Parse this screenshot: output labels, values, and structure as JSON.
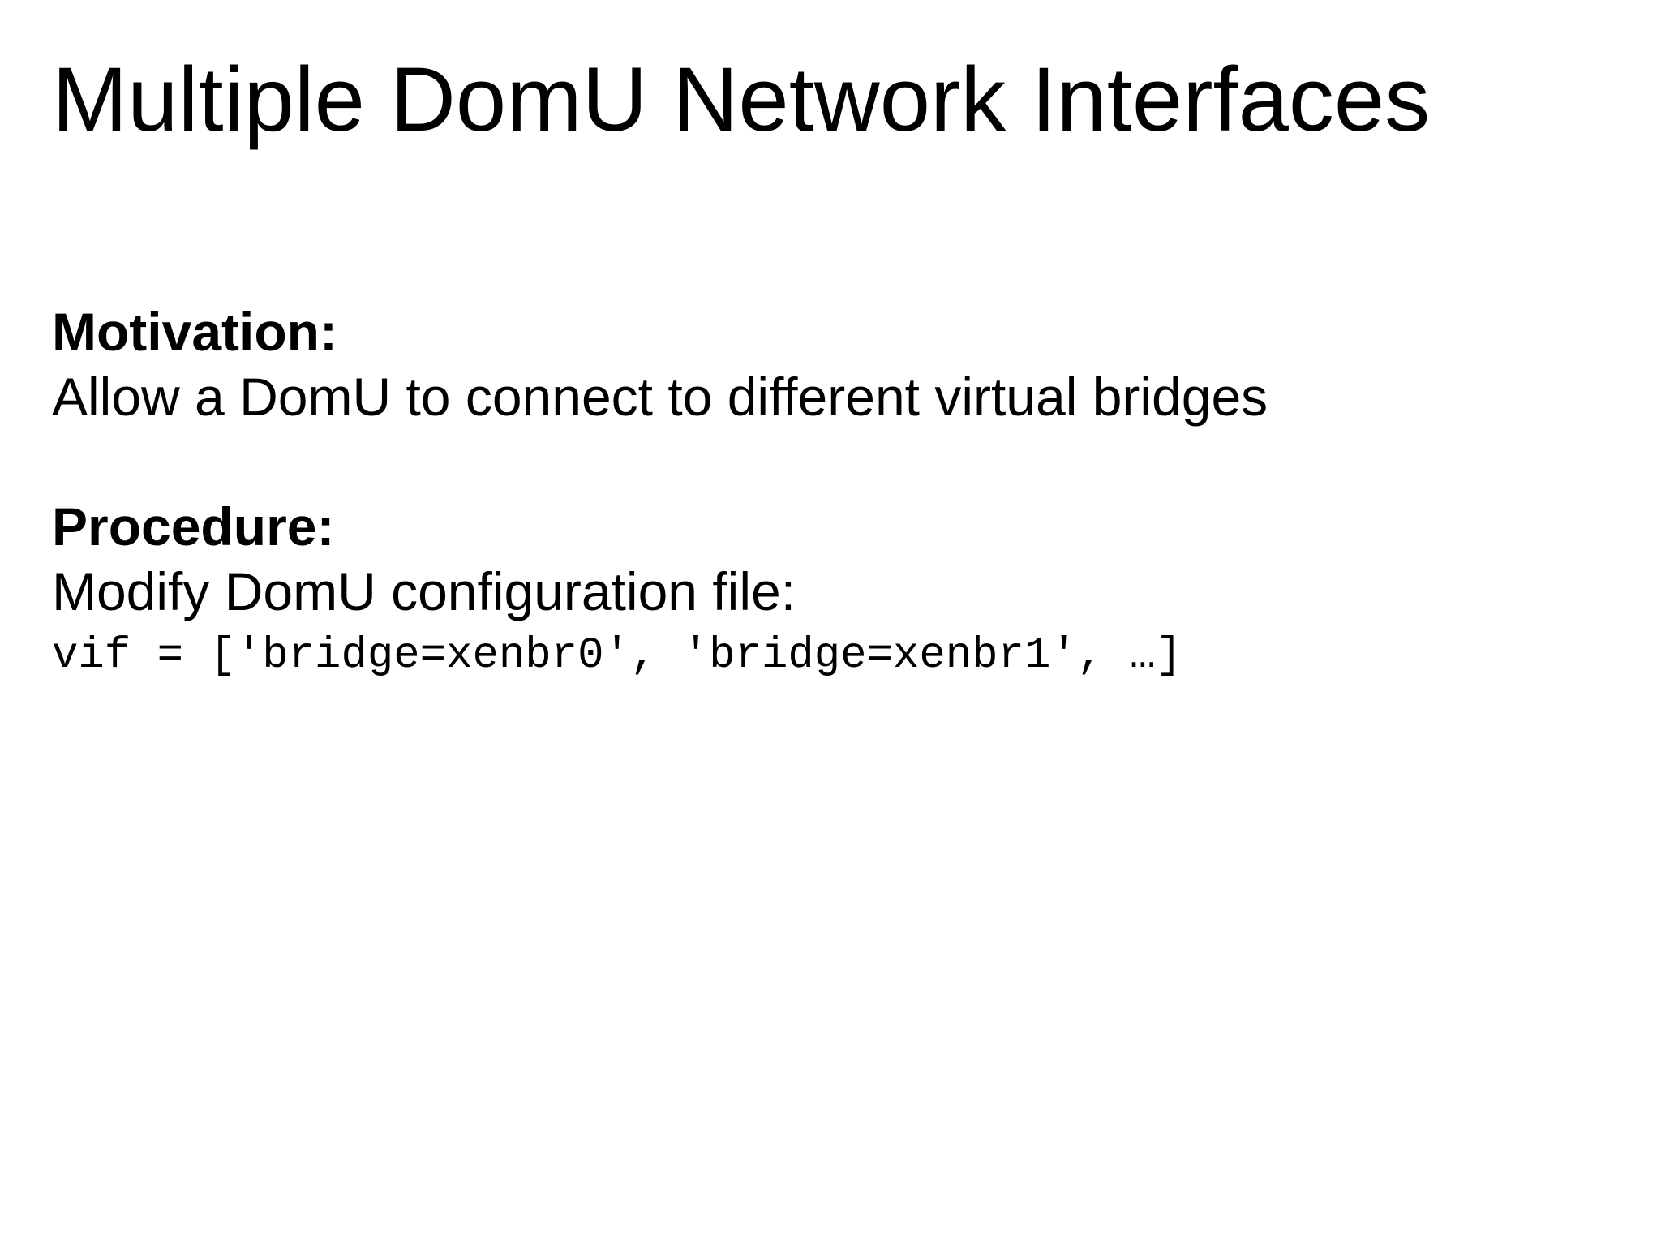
{
  "slide": {
    "title": "Multiple DomU Network Interfaces",
    "colors": {
      "background": "#ffffff",
      "text": "#000000"
    },
    "sections": [
      {
        "heading": "Motivation:",
        "body": "Allow a DomU to connect to different virtual bridges"
      },
      {
        "heading": "Procedure:",
        "body": "Modify DomU configuration file:",
        "code": "vif = ['bridge=xenbr0', 'bridge=xenbr1', …]"
      }
    ]
  }
}
